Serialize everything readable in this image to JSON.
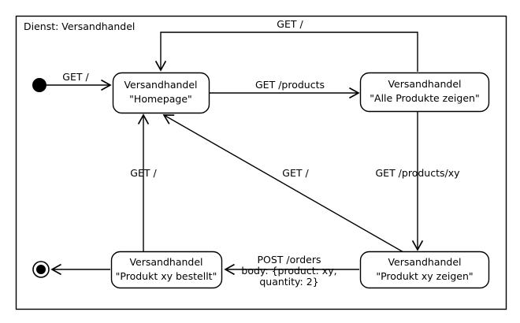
{
  "diagram": {
    "type": "uml-state-machine",
    "frame_title": "Dienst: Versandhandel",
    "states": [
      {
        "id": "homepage",
        "line1": "Versandhandel",
        "line2": "\"Homepage\""
      },
      {
        "id": "alle-produkte-zeigen",
        "line1": "Versandhandel",
        "line2": "\"Alle Produkte zeigen\""
      },
      {
        "id": "produkt-xy-zeigen",
        "line1": "Versandhandel",
        "line2": "\"Produkt xy zeigen\""
      },
      {
        "id": "produkt-xy-bestellt",
        "line1": "Versandhandel",
        "line2": "\"Produkt xy bestellt\""
      }
    ],
    "pseudostates": {
      "initial": "initial-state",
      "final": "final-state"
    },
    "transitions": [
      {
        "id": "start-to-homepage",
        "label": "GET /"
      },
      {
        "id": "homepage-to-alle-produkte",
        "label": "GET /products"
      },
      {
        "id": "alle-produkte-to-homepage",
        "label": "GET /"
      },
      {
        "id": "alle-produkte-to-produkt-zeigen",
        "label": "GET /products/xy"
      },
      {
        "id": "produkt-zeigen-to-homepage",
        "label": "GET /"
      },
      {
        "id": "bestellt-to-homepage",
        "label": "GET /"
      },
      {
        "id": "produkt-zeigen-to-bestellt",
        "label_line1": "POST /orders",
        "label_line2": "body: {product: xy,",
        "label_line3": "quantity: 2}"
      }
    ]
  }
}
